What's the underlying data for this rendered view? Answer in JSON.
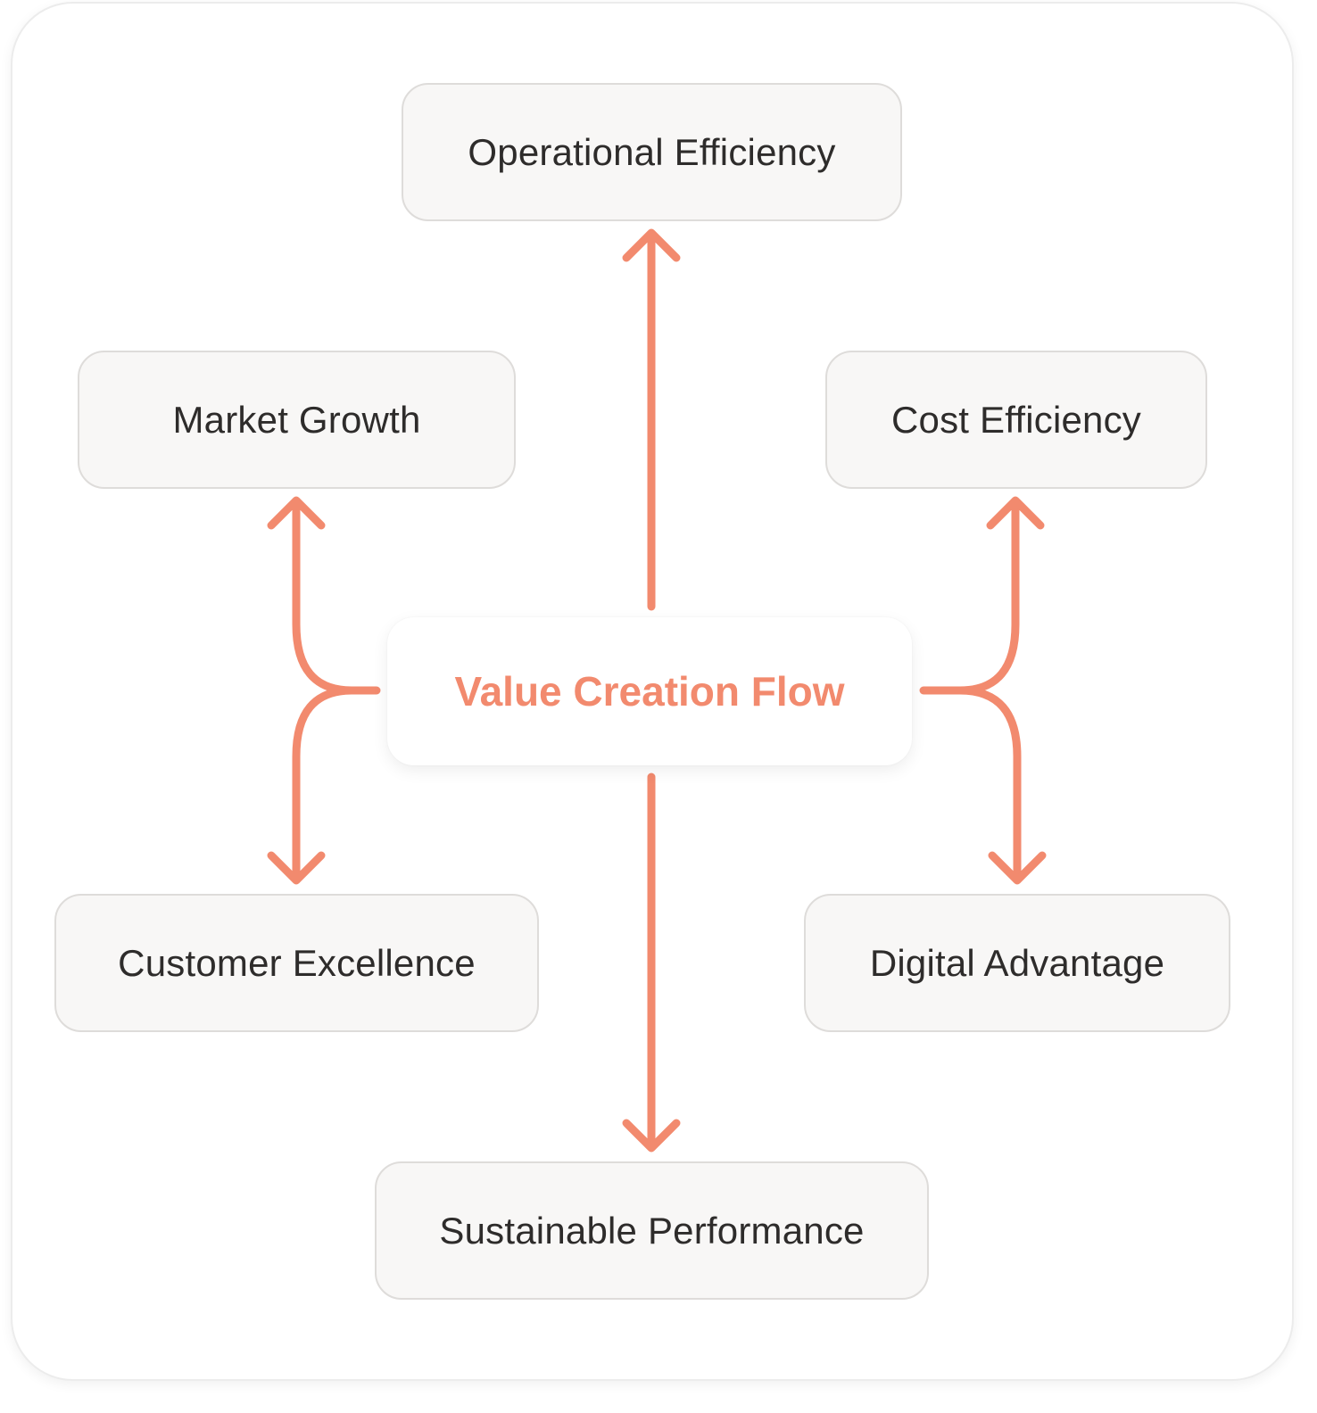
{
  "center": {
    "label": "Value Creation Flow"
  },
  "nodes": {
    "top": "Operational Efficiency",
    "upper_left": "Market Growth",
    "upper_right": "Cost Efficiency",
    "lower_left": "Customer Excellence",
    "lower_right": "Digital Advantage",
    "bottom": "Sustainable Performance"
  },
  "colors": {
    "accent": "#f28a6e",
    "node_fill": "#f8f7f6",
    "node_border": "#dedcda",
    "text": "#2e2c2b"
  }
}
